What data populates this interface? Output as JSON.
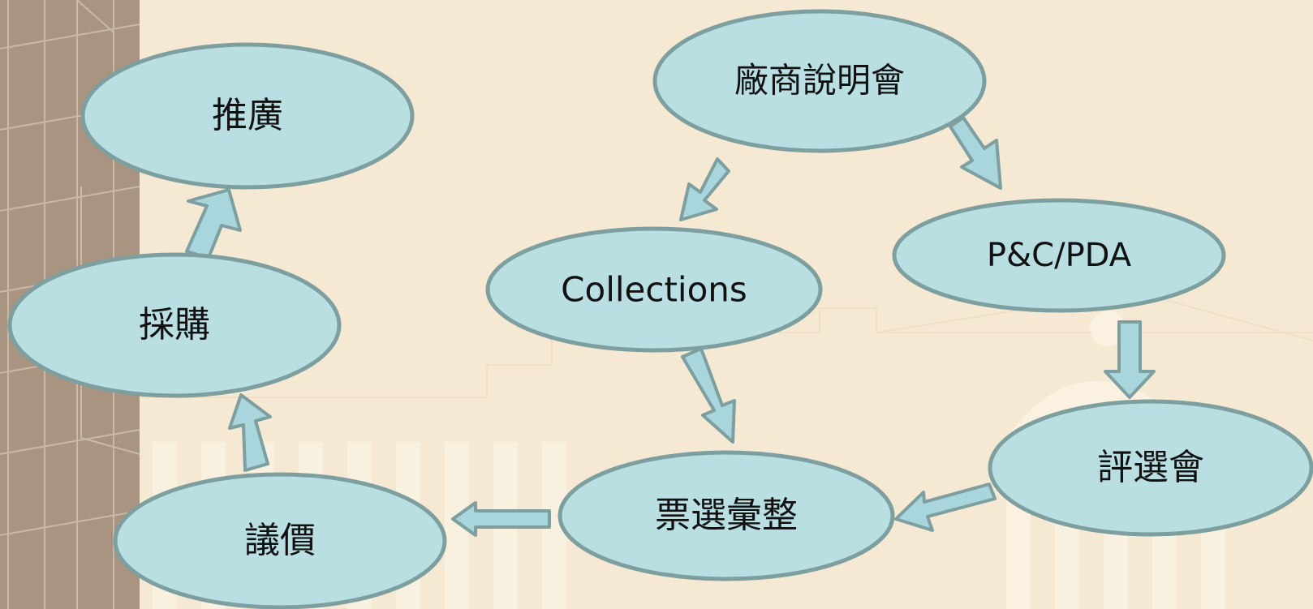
{
  "diagram": {
    "nodes": {
      "vendor_briefing": "廠商說明會",
      "pc_pda": "P&C/PDA",
      "evaluation_meeting": "評選會",
      "vote_compile": "票選彙整",
      "collections": "Collections",
      "price_negotiation": "議價",
      "procurement": "採購",
      "promotion": "推廣"
    }
  },
  "colors": {
    "background": "#f5e9d3",
    "node_fill": "#b9dfe3",
    "node_stroke": "#7d9fa0",
    "arrow_fill": "#a9d6dc",
    "arrow_stroke": "#7d9fa0",
    "left_band": "#a89480"
  }
}
